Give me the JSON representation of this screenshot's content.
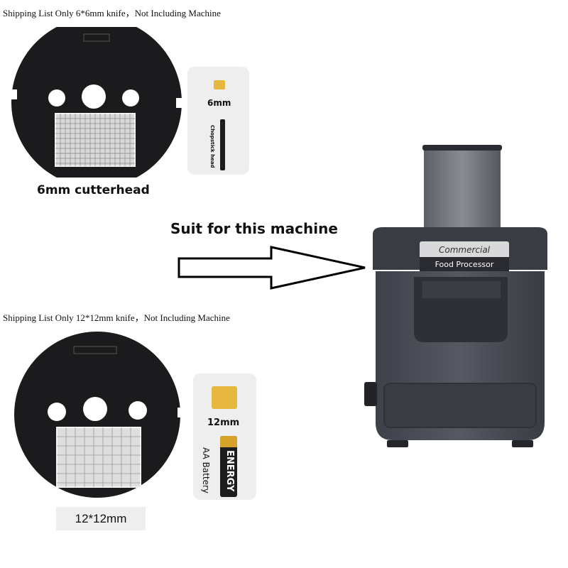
{
  "top": {
    "shipping_text": "Shipping List Only 6*6mm knife，Not Including Machine",
    "cutterhead_caption": "6mm cutterhead",
    "size_label": "6mm",
    "reference_label": "Chopstick head"
  },
  "middle": {
    "suit_text": "Suit for this machine"
  },
  "bottom": {
    "shipping_text": "Shipping List Only 12*12mm knife，Not Including Machine",
    "size_label": "12mm",
    "reference_label": "AA Battery",
    "battery_brand": "ENERGY",
    "caption": "12*12mm"
  },
  "machine": {
    "label_line1": "Commercial",
    "label_line2": "Food Processor"
  },
  "colors": {
    "disc": "#1b1b1d",
    "machine_body": "#4a4c55",
    "dice_piece": "#e7b840",
    "card_bg": "#eeeeee"
  }
}
